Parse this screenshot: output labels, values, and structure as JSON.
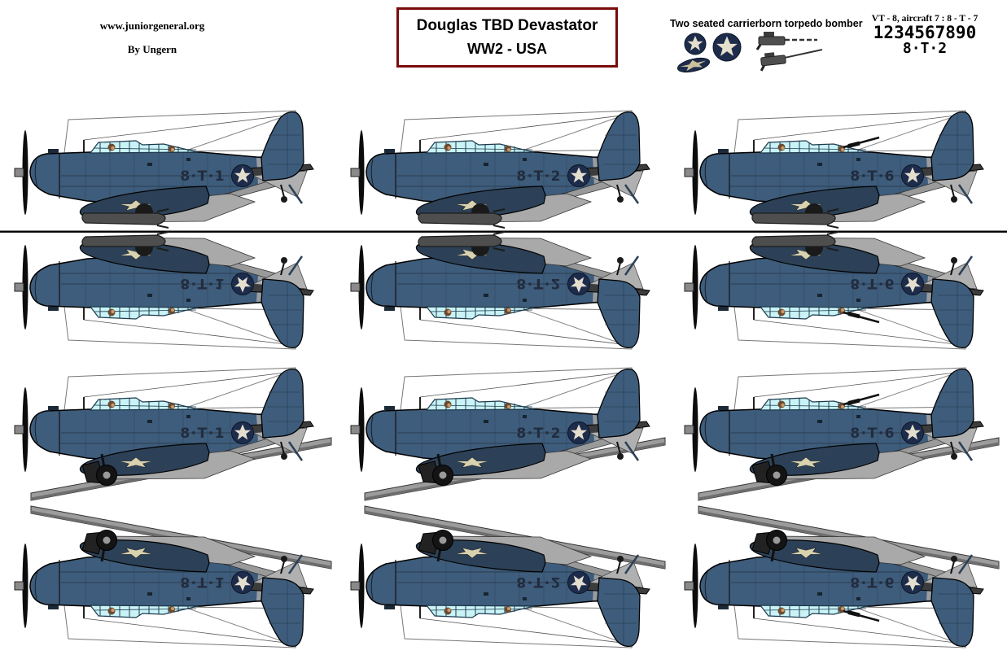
{
  "credit": {
    "site": "www.juniorgeneral.org",
    "author": "By Ungern"
  },
  "title": {
    "line1": "Douglas TBD Devastator",
    "line2": "WW2 - USA",
    "border_color": "#7a0b0b"
  },
  "spec": {
    "text": "Two seated carrierborn torpedo bomber",
    "icons": [
      "roundel-small",
      "roundel-large",
      "roundel-tilted",
      "machine-gun-top",
      "machine-gun-bottom"
    ]
  },
  "idblock": {
    "line1": "VT - 8, aircraft 7 : 8 - T - 7",
    "digits": "1234567890",
    "code": "8·T·2"
  },
  "colors": {
    "fuselage_blue": "#3e5c7b",
    "wing_navy": "#2c4157",
    "underside_gray": "#9a9a9a",
    "canopy": "#c9f3f6",
    "roundel_navy": "#1e2c4c",
    "star_cream": "#e4decd",
    "label_navy": "#222c3e",
    "stand_bar_gray": "#9c9c9c",
    "title_border": "#7a0b0b"
  },
  "planes": [
    {
      "label": "8·T·1",
      "orientation": "upright",
      "loadout": "torpedo",
      "gunner_gun_raised": false
    },
    {
      "label": "8·T·2",
      "orientation": "upright",
      "loadout": "torpedo",
      "gunner_gun_raised": false
    },
    {
      "label": "8·T·6",
      "orientation": "upright",
      "loadout": "torpedo",
      "gunner_gun_raised": true
    },
    {
      "label": "8·T·1",
      "orientation": "inverted",
      "loadout": "torpedo",
      "gunner_gun_raised": false
    },
    {
      "label": "8·T·2",
      "orientation": "inverted",
      "loadout": "torpedo",
      "gunner_gun_raised": false
    },
    {
      "label": "8·T·6",
      "orientation": "inverted",
      "loadout": "torpedo",
      "gunner_gun_raised": true
    },
    {
      "label": "8·T·1",
      "orientation": "upright",
      "loadout": "landing-gear",
      "gunner_gun_raised": false
    },
    {
      "label": "8·T·2",
      "orientation": "upright",
      "loadout": "landing-gear",
      "gunner_gun_raised": false
    },
    {
      "label": "8·T·6",
      "orientation": "upright",
      "loadout": "landing-gear",
      "gunner_gun_raised": true
    },
    {
      "label": "8·T·1",
      "orientation": "inverted",
      "loadout": "landing-gear",
      "gunner_gun_raised": false
    },
    {
      "label": "8·T·2",
      "orientation": "inverted",
      "loadout": "landing-gear",
      "gunner_gun_raised": false
    },
    {
      "label": "8·T·6",
      "orientation": "inverted",
      "loadout": "landing-gear",
      "gunner_gun_raised": true
    }
  ]
}
